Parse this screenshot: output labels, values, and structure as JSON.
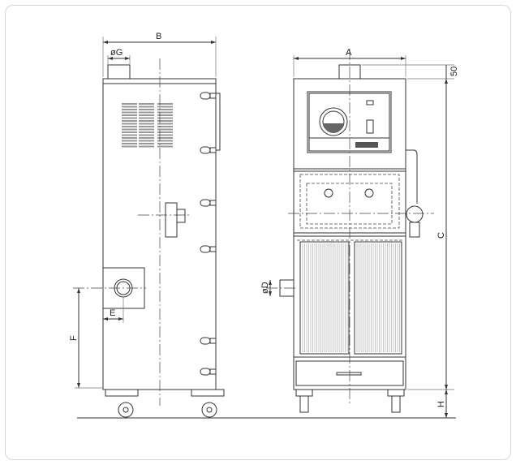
{
  "dimensions": {
    "A": "A",
    "B": "B",
    "C": "C",
    "top_offset": "50",
    "G": "øG",
    "D": "øD",
    "E": "E",
    "F": "F",
    "H": "H"
  }
}
